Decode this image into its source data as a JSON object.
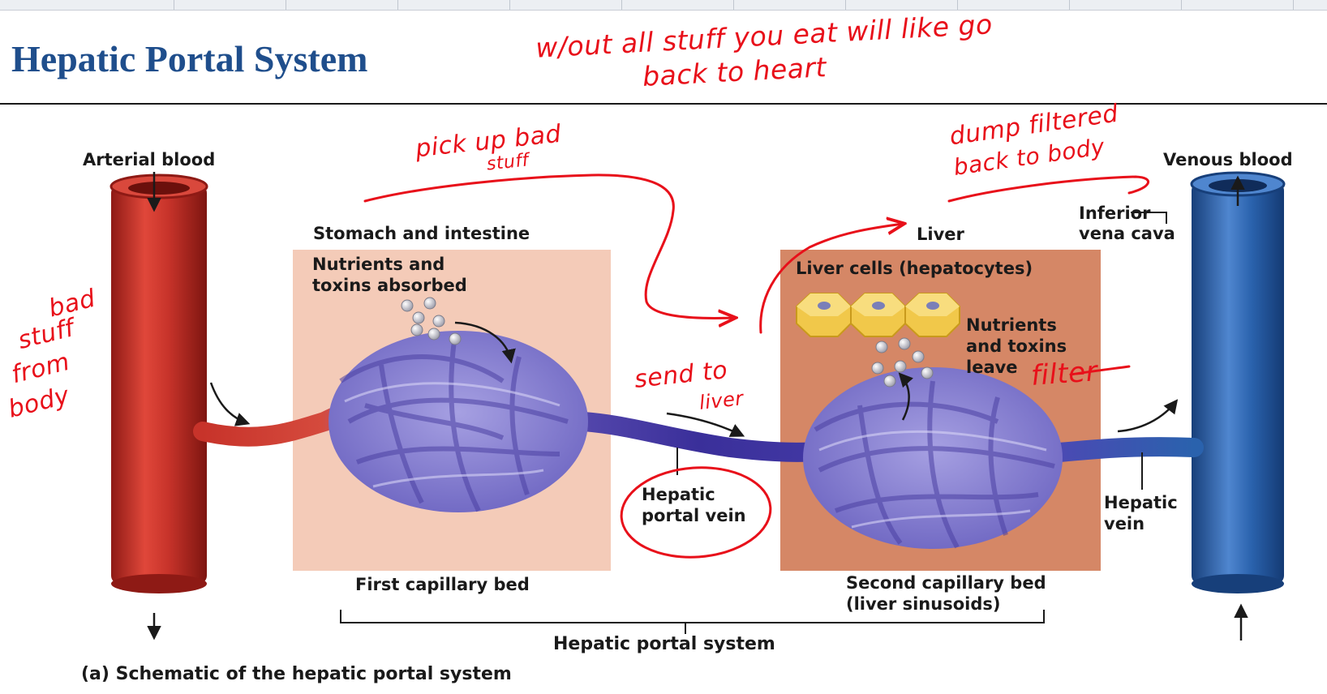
{
  "slide": {
    "title": "Hepatic Portal System",
    "caption": "(a) Schematic of the hepatic portal system"
  },
  "labels": {
    "arterial_blood": "Arterial blood",
    "venous_blood": "Venous blood",
    "stomach_intestine": "Stomach and intestine",
    "nutrients_absorbed_1": "Nutrients and",
    "nutrients_absorbed_2": "toxins absorbed",
    "liver": "Liver",
    "liver_cells": "Liver cells (hepatocytes)",
    "nutrients_leave_1": "Nutrients",
    "nutrients_leave_2": "and toxins",
    "nutrients_leave_3": "leave",
    "ivc_1": "Inferior",
    "ivc_2": "vena cava",
    "portal_vein_1": "Hepatic",
    "portal_vein_2": "portal vein",
    "hepatic_vein_1": "Hepatic",
    "hepatic_vein_2": "vein",
    "first_bed": "First capillary bed",
    "second_bed_1": "Second capillary bed",
    "second_bed_2": "(liver sinusoids)",
    "hepatic_portal_system": "Hepatic portal system"
  },
  "annotations": {
    "top_1": "w/out all stuff you eat will like go",
    "top_2": "back to heart",
    "pick_1": "pick up bad",
    "pick_2": "stuff",
    "dump_1": "dump filtered",
    "dump_2": "back to body",
    "bad_1": "bad",
    "bad_2": "stuff",
    "bad_3": "from",
    "bad_4": "body",
    "send_1": "send to",
    "send_2": "liver",
    "filter": "filter"
  },
  "colors": {
    "title": "#1f4e8c",
    "annotation": "#e8101a",
    "artery": "#c7332a",
    "vein": "#2a62ad",
    "capillary": "#8d86d3",
    "gut_panel": "#f4cbb8",
    "liver_panel": "#d58766",
    "hepatocyte": "#f1c84a"
  }
}
